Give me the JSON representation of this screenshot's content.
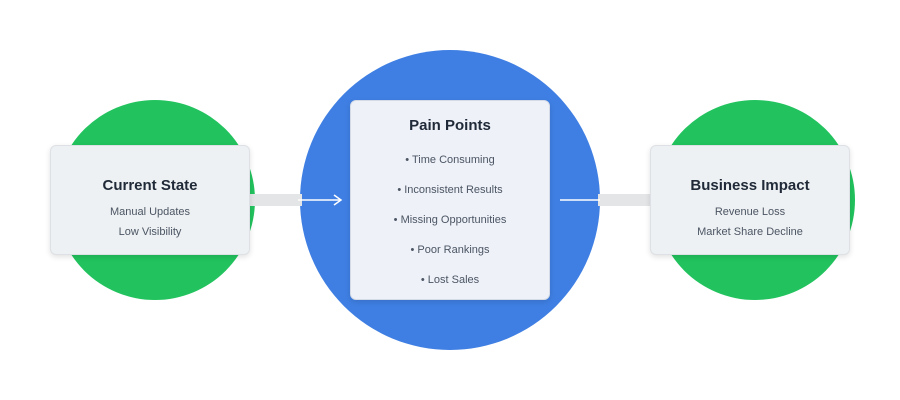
{
  "diagram": {
    "current_state": {
      "title": "Current State",
      "lines": [
        "Manual Updates",
        "Low Visibility"
      ]
    },
    "pain_points": {
      "title": "Pain Points",
      "lines": [
        "• Time Consuming",
        "• Inconsistent Results",
        "• Missing Opportunities",
        "• Poor Rankings",
        "• Lost Sales"
      ]
    },
    "business_impact": {
      "title": "Business Impact",
      "lines": [
        "Revenue Loss",
        "Market Share Decline"
      ]
    },
    "colors": {
      "outer_circles": "#22c35e",
      "center_circle": "#3f7fe3",
      "card_background": "#eef1f3",
      "connector": "#e3e5e7"
    }
  }
}
